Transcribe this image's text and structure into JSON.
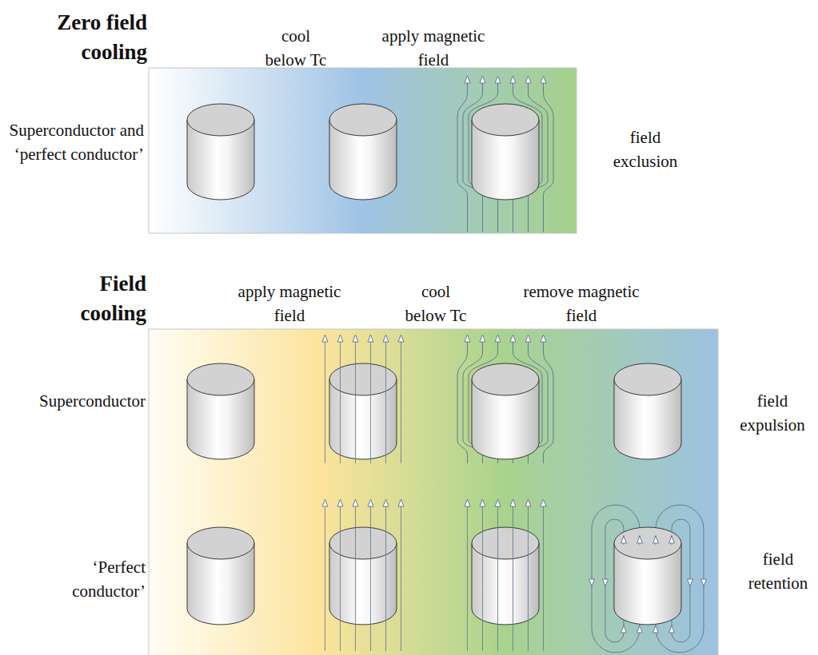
{
  "diagram": {
    "labels": [
      "Zero field cooling",
      "cool below Tc",
      "apply magnetic field",
      "Superconductor and ‘perfect conductor’",
      "field exclusion",
      "Field cooling",
      "apply magnetic field",
      "cool below Tc",
      "remove magnetic field",
      "Superconductor",
      "field expulsion",
      "‘Perfect conductor’",
      "field retention"
    ]
  }
}
